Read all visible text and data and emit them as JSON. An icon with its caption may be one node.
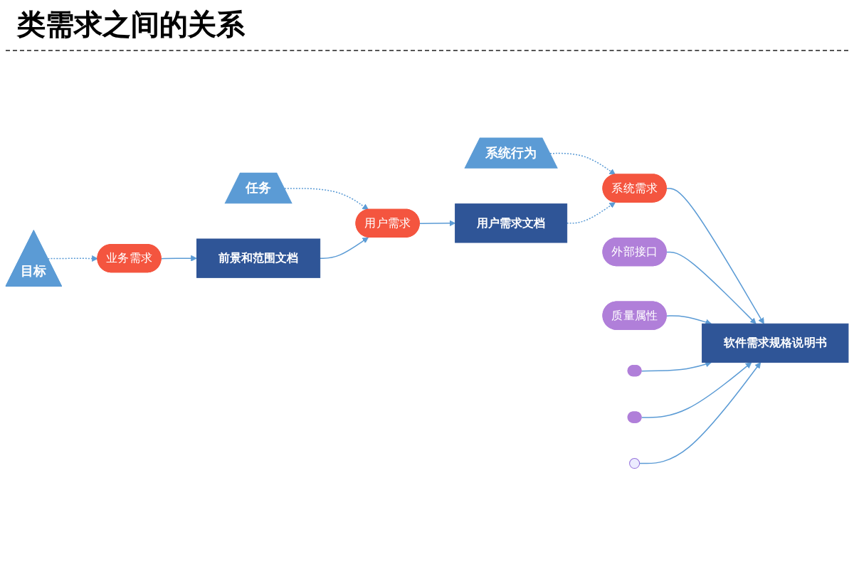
{
  "diagram": {
    "title": "类需求之间的关系",
    "nodes": [
      {
        "text": [
          "目标"
        ]
      },
      {
        "text": [
          "任务"
        ]
      },
      {
        "text": [
          "系统行为"
        ]
      },
      {
        "text": [
          "业务需求"
        ]
      },
      {
        "text": [
          "前景和范围文档"
        ]
      },
      {
        "text": [
          "用户需求"
        ]
      },
      {
        "text": [
          "用户需求文档"
        ]
      },
      {
        "text": [
          "质量属性"
        ]
      },
      {
        "text": [],
        "shape": "ellipse"
      },
      {
        "text": [
          "外部接口"
        ]
      },
      {
        "text": [
          "系统需求"
        ]
      },
      {
        "text": [],
        "shape": "ellipse"
      },
      {
        "text": [
          "软件需求规格说明书"
        ]
      }
    ],
    "edges": [
      {
        "from": 0,
        "to": 3,
        "arrow": "to",
        "style": "dashed"
      },
      {
        "from": 1,
        "to": 5,
        "arrow": "to",
        "style": "dashed"
      },
      {
        "from": 2,
        "to": 10,
        "arrow": "to",
        "style": "dashed"
      },
      {
        "from": 3,
        "to": 4,
        "arrow": "to"
      },
      {
        "from": 4,
        "to": 5,
        "arrow": "to"
      },
      {
        "from": 5,
        "to": 6,
        "arrow": "to"
      },
      {
        "from": 6,
        "to": 10,
        "arrow": "to",
        "style": "dashed"
      },
      {
        "from": 10,
        "to": 12,
        "arrow": "to"
      },
      {
        "from": 9,
        "to": 12,
        "arrow": "to"
      },
      {
        "from": 7,
        "to": 12,
        "arrow": "to"
      },
      {
        "from": 8,
        "to": 12,
        "arrow": "to"
      },
      {
        "from": 11,
        "to": 12,
        "arrow": "to"
      },
      {
        "from": null,
        "to": 12,
        "arrow": "to"
      }
    ]
  }
}
